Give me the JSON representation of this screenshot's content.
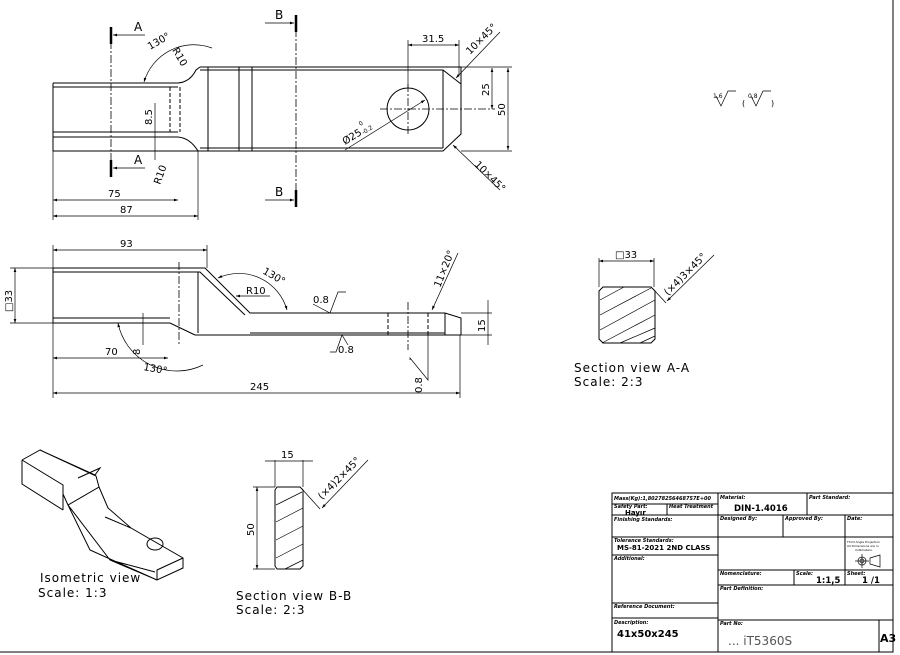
{
  "front_view": {
    "section_a": "A",
    "section_b": "B",
    "angle": "130°",
    "radius_top": "R10",
    "radius_bottom": "R10",
    "dim_8_5": "8.5",
    "dim_75": "75",
    "dim_87": "87",
    "dim_31_5": "31.5",
    "chamfer_top": "10×45°",
    "chamfer_bottom": "10×45°",
    "dim_25": "25",
    "dim_50": "50",
    "hole": "Ø25",
    "hole_tol_upper": "0",
    "hole_tol_lower": "-0.2"
  },
  "side_view": {
    "dim_93": "93",
    "dim_33": "□33",
    "angle_top": "130°",
    "radius": "R10",
    "rough_top": "0.8",
    "chamfer": "11×20°",
    "dim_15": "15",
    "rough_bottom": "0.8",
    "dim_70": "70",
    "dim_8": "8",
    "angle_bottom": "130°",
    "rough_end": "0.8",
    "dim_245": "245"
  },
  "surface_finish": {
    "general": "1,6",
    "other": "0,8"
  },
  "section_aa": {
    "dim": "□33",
    "chamfer": "(×4)3×45°",
    "title": "Section view A-A",
    "scale": "Scale:  2:3"
  },
  "section_bb": {
    "dim_15": "15",
    "dim_50": "50",
    "chamfer": "(×4)2×45°",
    "title": "Section view B-B",
    "scale": "Scale:  2:3"
  },
  "isometric": {
    "title": "Isometric view",
    "scale": "Scale:  1:3"
  },
  "title_block": {
    "mass": "Mass(Kg):1,80278256468757E+00",
    "material_label": "Material:",
    "material": "DIN-1.4016",
    "part_standard_label": "Part Standard:",
    "safety_part_label": "Safety Part:",
    "safety_part": "Hayır",
    "heat_treatment_label": "Heat Treatment",
    "finishing_label": "Finishing Standards:",
    "designed_by_label": "Designed By:",
    "approved_by_label": "Approved By:",
    "date_label": "Date:",
    "tolerance_label": "Tolerance Standards:",
    "tolerance": "MS-81-2021 2ND CLASS",
    "projection_note_1": "Third Angle Projection",
    "projection_note_2": "All Dimensions are in",
    "projection_note_3": "millimeters.",
    "additional_label": "Additional:",
    "nomenclature_label": "Nomenclature:",
    "scale_label": "Scale:",
    "scale": "1:1,5",
    "sheet_label": "Sheet:",
    "sheet": "1 /1",
    "part_definition_label": "Part Definition:",
    "reference_label": "Reference Document:",
    "description_label": "Description:",
    "description": "41x50x245",
    "part_no_label": "Part No:",
    "part_no": "... iT5360S",
    "paper_size": "A3"
  }
}
